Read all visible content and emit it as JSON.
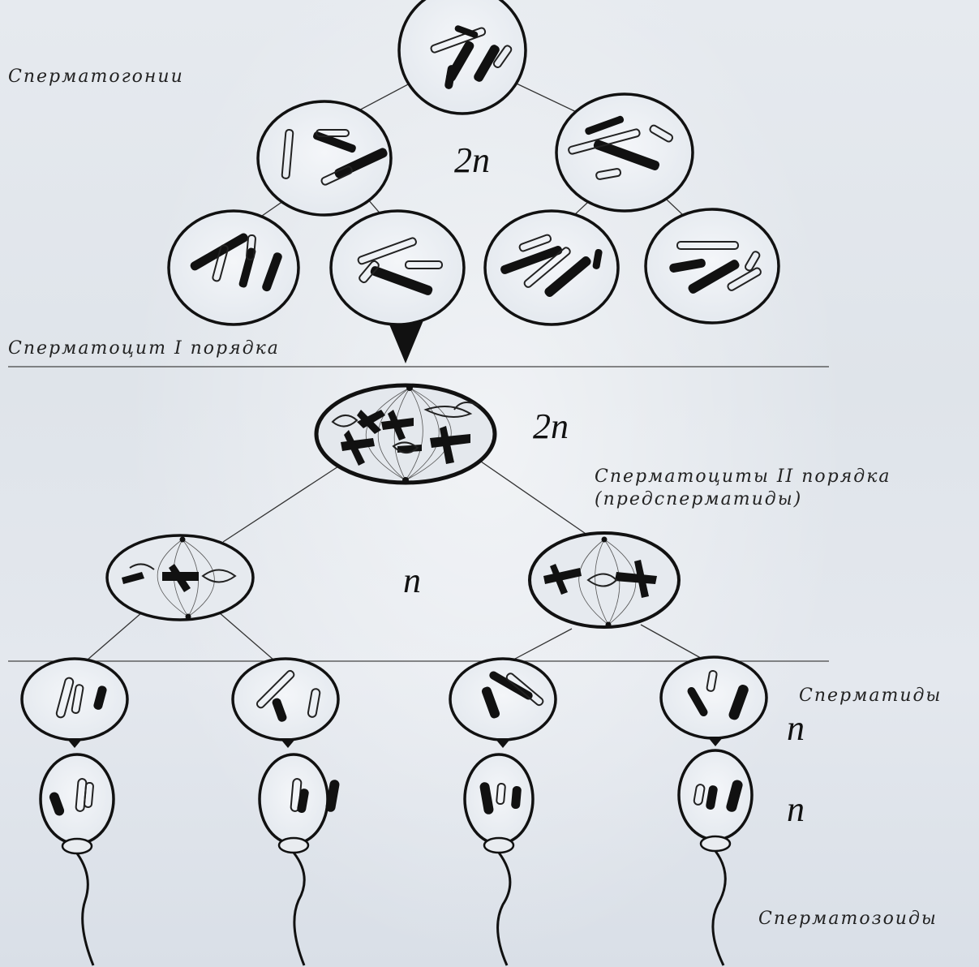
{
  "labels": {
    "spermatogonia": "Сперматогонии",
    "spermatocyte_1": "Сперматоцит I порядка",
    "spermatocytes_2_line1": "Сперматоциты II порядка",
    "spermatocytes_2_line2": "(предсперматиды)",
    "spermatids": "Сперматиды",
    "spermatozoa": "Сперматозоиды"
  },
  "ploidy": {
    "spermatogonia": "2n",
    "spermatocyte_1": "2n",
    "spermatocytes_2": "n",
    "spermatids": "n",
    "spermatozoa": "n"
  }
}
